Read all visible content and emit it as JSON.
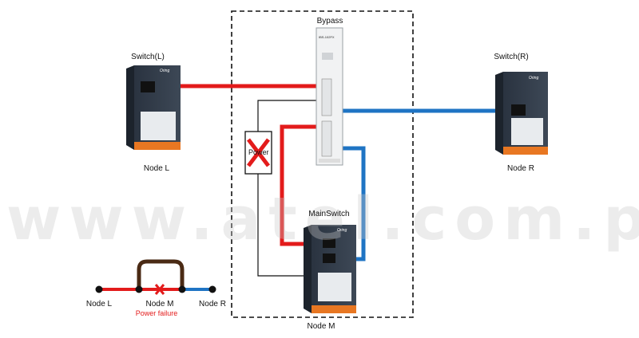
{
  "labels": {
    "bypass": "Bypass",
    "bypass_device_model": "IBS-102FX",
    "switch_left": "Switch(L)",
    "switch_right": "Switch(R)",
    "node_l": "Node L",
    "node_r": "Node R",
    "main_switch": "MainSwitch",
    "node_m": "Node M",
    "power": "Power",
    "switch_brand": "Oring"
  },
  "legend": {
    "node_l": "Node L",
    "node_m": "Node M",
    "node_r": "Node R",
    "power_failure": "Power failure"
  },
  "watermark": "www.atel.com.pl",
  "colors": {
    "red_link": "#e31b1b",
    "blue_link": "#1f74c4",
    "bypass_link": "#4a2a14",
    "fail_mark": "#e31b1b"
  }
}
